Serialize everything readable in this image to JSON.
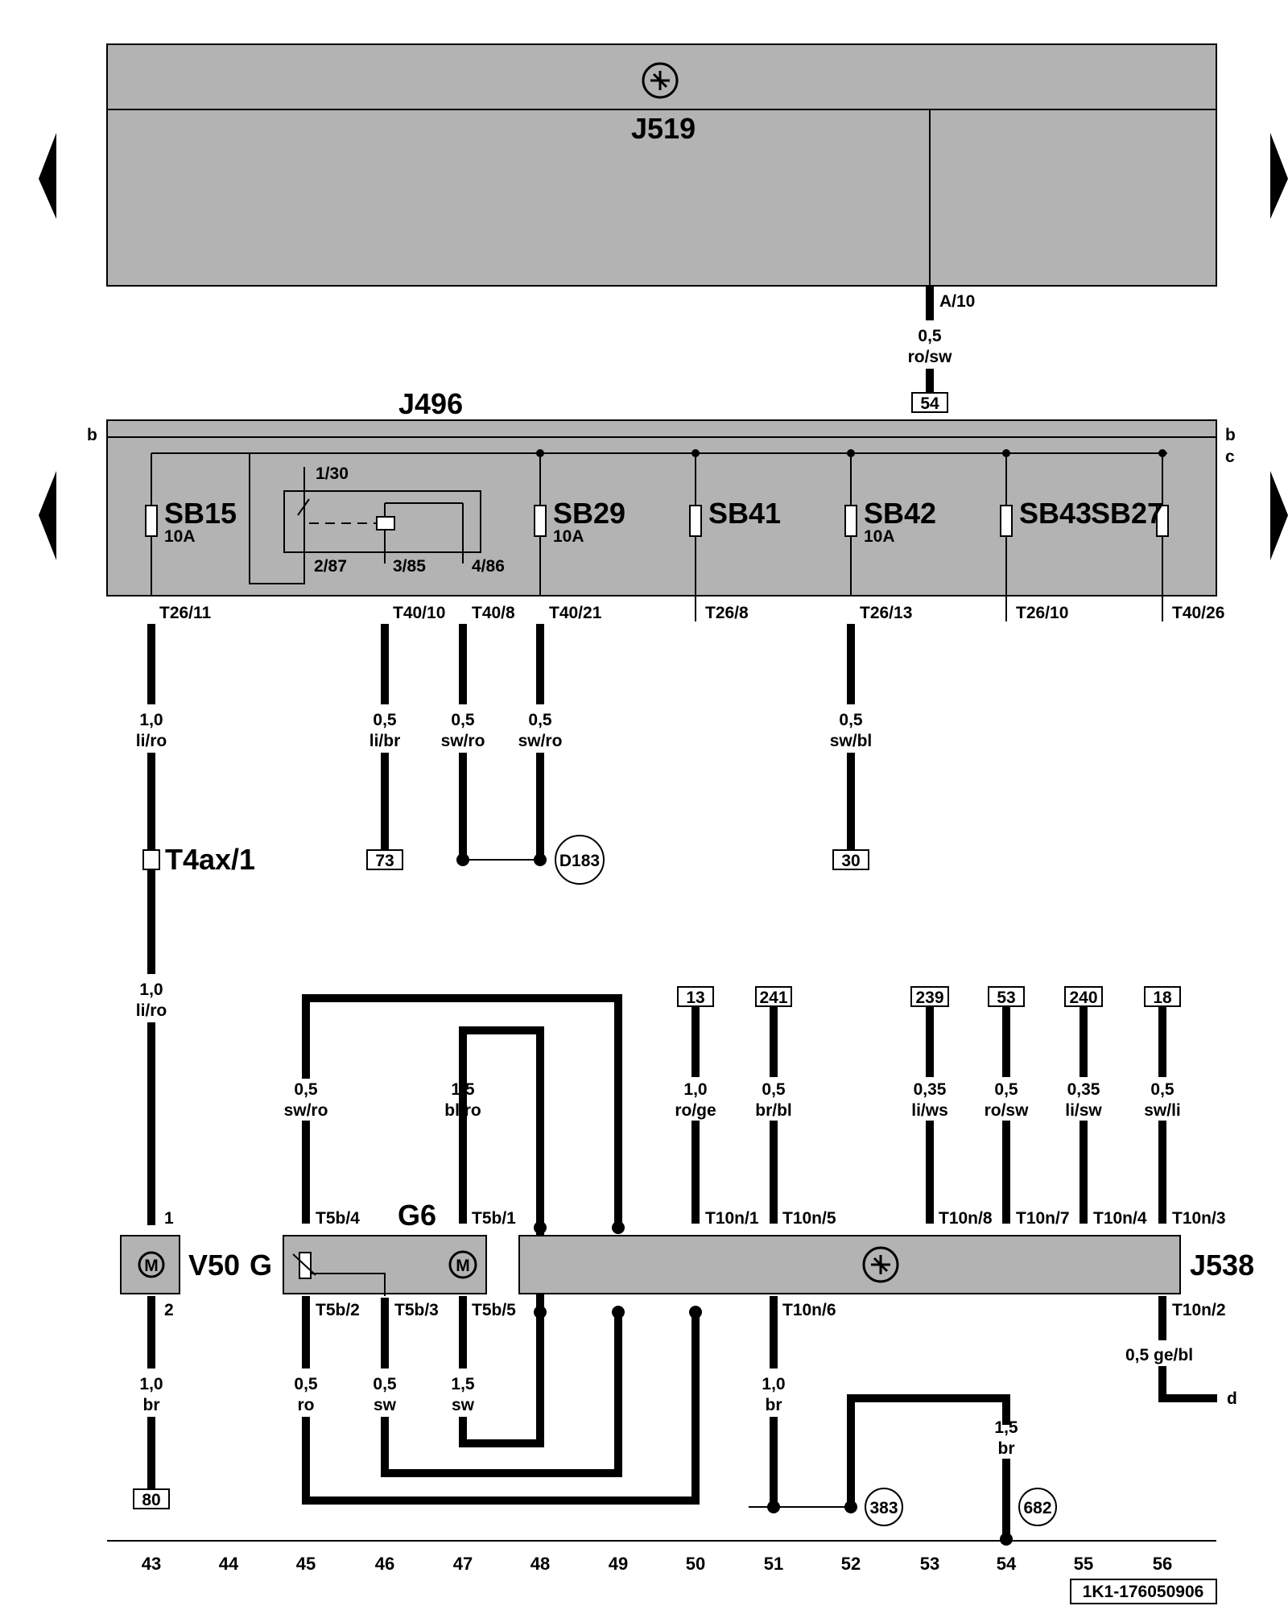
{
  "modules": {
    "j519": "J519",
    "j496": "J496",
    "j538": "J538"
  },
  "relay": {
    "pins": [
      "1/30",
      "2/87",
      "3/85",
      "4/86"
    ]
  },
  "fuses": [
    {
      "name": "SB15",
      "rating": "10A"
    },
    {
      "name": "SB29",
      "rating": "10A"
    },
    {
      "name": "SB41",
      "rating": ""
    },
    {
      "name": "SB42",
      "rating": "10A"
    },
    {
      "name": "SB43",
      "rating": ""
    },
    {
      "name": "SB27",
      "rating": ""
    }
  ],
  "bus_labels": [
    "b",
    "b",
    "c",
    "d"
  ],
  "connectors": {
    "j519_pin": "A/10",
    "j496_bottom": [
      "T26/11",
      "T40/10",
      "T40/8",
      "T40/21",
      "T26/8",
      "T26/13",
      "T26/10",
      "T40/26"
    ],
    "t4ax": "T4ax/1",
    "g6_top": [
      "T5b/4",
      "T5b/1"
    ],
    "g6_bottom": [
      "T5b/2",
      "T5b/3",
      "T5b/5"
    ],
    "j538_top": [
      "T10n/1",
      "T10n/5",
      "T10n/8",
      "T10n/7",
      "T10n/4",
      "T10n/3"
    ],
    "j538_bottom": [
      "T10n/6",
      "T10n/2"
    ],
    "v50_pins": [
      "1",
      "2"
    ]
  },
  "wires": [
    {
      "size": "0,5",
      "color": "ro/sw"
    },
    {
      "size": "1,0",
      "color": "li/ro"
    },
    {
      "size": "0,5",
      "color": "li/br"
    },
    {
      "size": "0,5",
      "color": "sw/ro"
    },
    {
      "size": "0,5",
      "color": "sw/ro"
    },
    {
      "size": "0,5",
      "color": "sw/bl"
    },
    {
      "size": "1,0",
      "color": "li/ro"
    },
    {
      "size": "0,5",
      "color": "sw/ro"
    },
    {
      "size": "1,5",
      "color": "bl/ro"
    },
    {
      "size": "1,0",
      "color": "ro/ge"
    },
    {
      "size": "0,5",
      "color": "br/bl"
    },
    {
      "size": "0,35",
      "color": "li/ws"
    },
    {
      "size": "0,5",
      "color": "ro/sw"
    },
    {
      "size": "0,35",
      "color": "li/sw"
    },
    {
      "size": "0,5",
      "color": "sw/li"
    },
    {
      "size": "1,0",
      "color": "br"
    },
    {
      "size": "0,5",
      "color": "ro"
    },
    {
      "size": "0,5",
      "color": "sw"
    },
    {
      "size": "1,5",
      "color": "sw"
    },
    {
      "size": "1,0",
      "color": "br"
    },
    {
      "size": "0,5 ge/bl",
      "color": ""
    },
    {
      "size": "1,5",
      "color": "br"
    }
  ],
  "refs": [
    "54",
    "73",
    "30",
    "13",
    "241",
    "239",
    "53",
    "240",
    "18",
    "80"
  ],
  "grounds": [
    "D183",
    "383",
    "682"
  ],
  "components": {
    "v50": "V50",
    "g": "G",
    "g6": "G6",
    "motor": "M"
  },
  "columns": [
    "43",
    "44",
    "45",
    "46",
    "47",
    "48",
    "49",
    "50",
    "51",
    "52",
    "53",
    "54",
    "55",
    "56"
  ],
  "doc_id": "1K1-176050906"
}
